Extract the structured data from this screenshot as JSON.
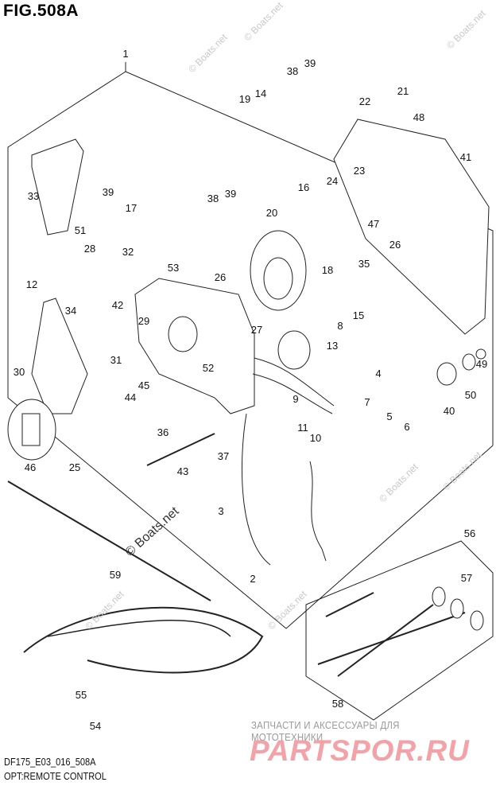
{
  "figure": {
    "title": "FIG.508A"
  },
  "footer": {
    "code": "DF175_E03_016_508A",
    "caption": "OPT:REMOTE CONTROL"
  },
  "watermarks": {
    "boats": "© Boats.net",
    "ru_text": "ЗАПЧАСТИ И АКСЕССУАРЫ ДЛЯ МОТОТЕХНИКИ",
    "brand": "PARTSPOR.RU",
    "brand_color": "#f3a3a8"
  },
  "part_labels": [
    "1",
    "38",
    "39",
    "19",
    "14",
    "21",
    "22",
    "48",
    "41",
    "24",
    "23",
    "16",
    "20",
    "33",
    "39",
    "17",
    "38",
    "39",
    "51",
    "28",
    "32",
    "12",
    "34",
    "42",
    "53",
    "26",
    "47",
    "26",
    "35",
    "18",
    "8",
    "15",
    "27",
    "13",
    "29",
    "31",
    "52",
    "30",
    "45",
    "44",
    "46",
    "25",
    "36",
    "4",
    "7",
    "5",
    "6",
    "9",
    "11",
    "10",
    "40",
    "50",
    "49",
    "43",
    "37",
    "3",
    "2",
    "56",
    "59",
    "57",
    "58",
    "55",
    "54"
  ]
}
